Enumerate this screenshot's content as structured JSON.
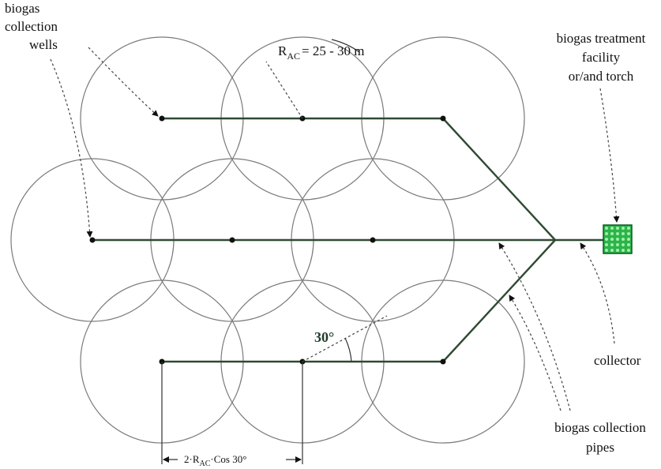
{
  "labels": {
    "wells": [
      "biogas",
      "collection",
      "wells"
    ],
    "facility": [
      "biogas treatment",
      "facility",
      "or/and torch"
    ],
    "collector": "collector",
    "pipes": [
      "biogas collection",
      "pipes"
    ],
    "radius": {
      "symbol": "R",
      "subscript": "AC",
      "value": "= 25 - 30 m"
    },
    "angle": "30°",
    "spacing": {
      "prefix": "2·R",
      "subscript": "AC",
      "suffix": "·Cos 30°"
    }
  },
  "colors": {
    "pipe": "#2f4a33",
    "facility_fill": "#2db34a",
    "facility_dots": "#9ff0a8",
    "circle": "#7a7a7a"
  }
}
